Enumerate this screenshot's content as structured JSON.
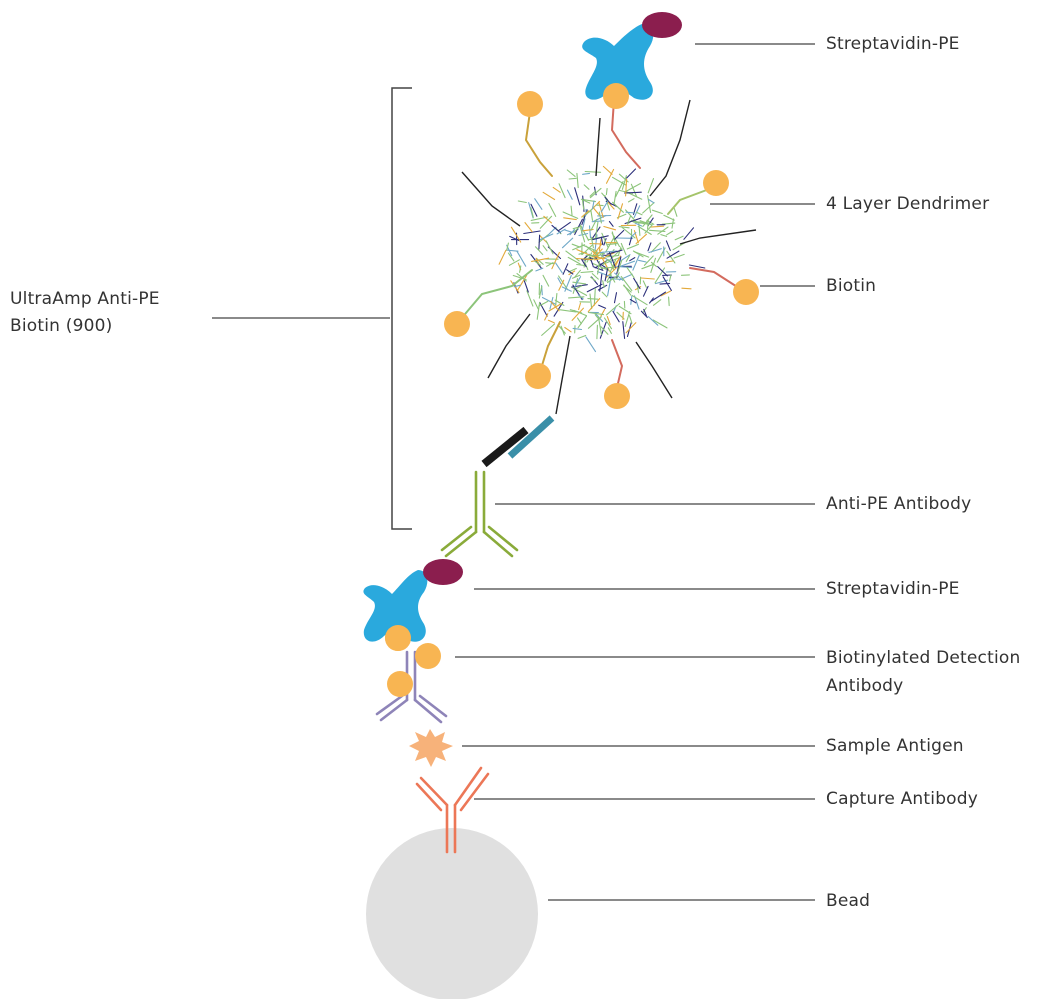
{
  "labels": {
    "streptavidin_pe_top": "Streptavidin-PE",
    "dendrimer": "4 Layer Dendrimer",
    "biotin": "Biotin",
    "anti_pe_antibody": "Anti-PE Antibody",
    "streptavidin_pe_mid": "Streptavidin-PE",
    "biotinylated_detection_line1": "Biotinylated Detection",
    "biotinylated_detection_line2": "Antibody",
    "sample_antigen": "Sample Antigen",
    "capture_antibody": "Capture Antibody",
    "bead": "Bead",
    "ultraamp_line1": "UltraAmp Anti-PE",
    "ultraamp_line2": "Biotin (900)"
  },
  "colors": {
    "streptavidin": "#2aa9dd",
    "phycoerythrin": "#8b1e4e",
    "biotin": "#f8b552",
    "dendrimer_green": "#8cc47a",
    "dendrimer_navy": "#2c2f7a",
    "anti_pe_antibody": "#8aab3a",
    "detection_antibody": "#8e84b8",
    "antigen": "#f7b27a",
    "capture_antibody": "#ec7757",
    "bead": "#e0e0e0",
    "leader_line": "#444444",
    "fab_black": "#1a1a1a",
    "fab_teal": "#3a8fa8"
  }
}
